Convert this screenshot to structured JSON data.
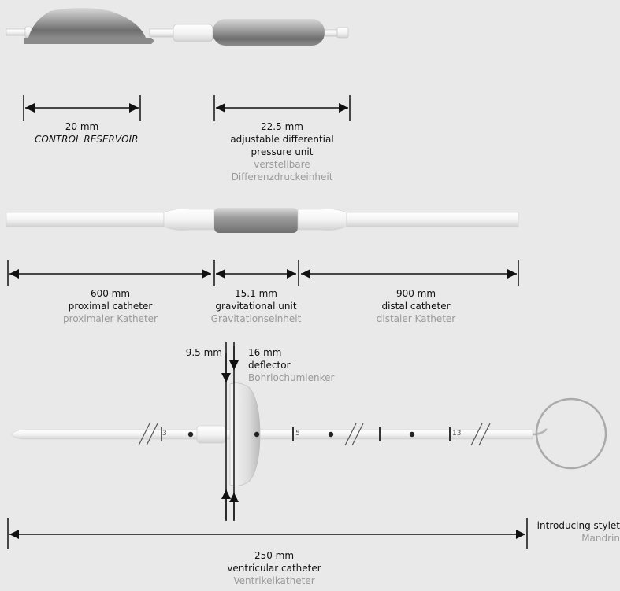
{
  "control_reservoir": {
    "size": "20 mm",
    "name": "CONTROL RESERVOIR"
  },
  "pressure_unit": {
    "size": "22.5 mm",
    "name_line1": "adjustable differential",
    "name_line2": "pressure unit",
    "de_line1": "verstellbare",
    "de_line2": "Differenzdruckeinheit"
  },
  "proximal_catheter": {
    "size": "600 mm",
    "name": "proximal catheter",
    "de": "proximaler Katheter"
  },
  "gravitational_unit": {
    "size": "15.1 mm",
    "name": "gravitational unit",
    "de": "Gravitationseinheit"
  },
  "distal_catheter": {
    "size": "900 mm",
    "name": "distal catheter",
    "de": "distaler Katheter"
  },
  "deflector": {
    "size_small": "9.5 mm",
    "size": "16 mm",
    "name": "deflector",
    "de": "Bohrlochumlenker"
  },
  "ventricular_catheter": {
    "size": "250 mm",
    "name": "ventricular catheter",
    "de": "Ventrikelkatheter",
    "marks": [
      "3",
      "5",
      "13"
    ]
  },
  "stylet": {
    "name": "introducing stylet",
    "de": "Mandrin"
  }
}
